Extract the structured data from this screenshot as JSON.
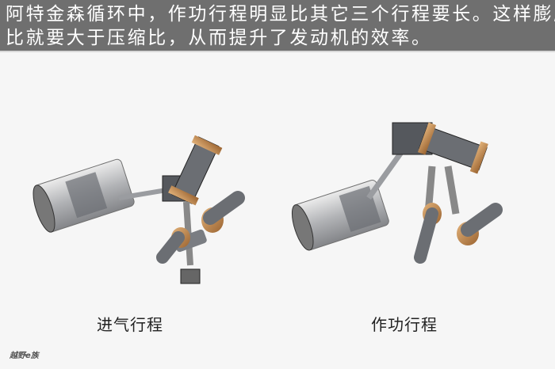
{
  "banner": {
    "line1": "阿特金森循环中，作功行程明显比其它三个行程要长。这样膨胀",
    "line2": "比就要大于压缩比，从而提升了发动机的效率。"
  },
  "figures": [
    {
      "caption": "进气行程"
    },
    {
      "caption": "作功行程"
    }
  ],
  "watermark": "越野e族",
  "colors": {
    "banner": "#6f6f6f",
    "bushing": "#c98a4a",
    "metal": "#8a8d92"
  }
}
